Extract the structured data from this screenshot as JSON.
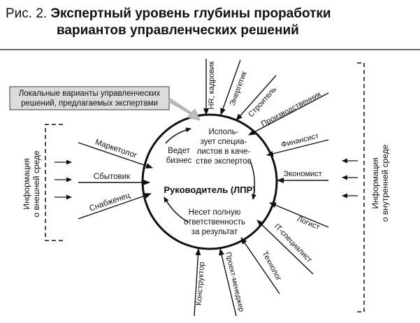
{
  "figure": {
    "label": "Рис. 2.",
    "title_line1": "Экспертный уровень глубины проработки",
    "title_line2": "вариантов управленческих решений"
  },
  "callout": {
    "line1": "Локальные варианты управленческих",
    "line2": "решений, предлагаемых экспертами"
  },
  "external_info": {
    "line1": "Информация",
    "line2": "о внешней среде"
  },
  "internal_info": {
    "line1": "Информация",
    "line2": "о внутренней среде"
  },
  "center": {
    "leader": "Руководитель (ЛПР)",
    "uses_experts": [
      "Исполь-",
      "зует специа-",
      "листов в каче-",
      "стве экспертов"
    ],
    "runs_business": [
      "Ведет",
      "бизнес"
    ],
    "responsibility": [
      "Несет полную",
      "ответственность",
      "за результат"
    ]
  },
  "experts_left": [
    "Маркетолог",
    "Сбытовик",
    "Снабженец"
  ],
  "experts_top": [
    "HR, кадровик",
    "Энергетик",
    "Строитель"
  ],
  "experts_right": [
    "Производственник",
    "Финансист",
    "Экономист",
    "Логист",
    "IT-специалист",
    "Технолог"
  ],
  "experts_bottom": [
    "Проект-менеджер",
    "Конструктор"
  ],
  "colors": {
    "ink": "#111111",
    "callout_fill": "#dcdcdc",
    "callout_arrow": "#bdbdbd"
  }
}
